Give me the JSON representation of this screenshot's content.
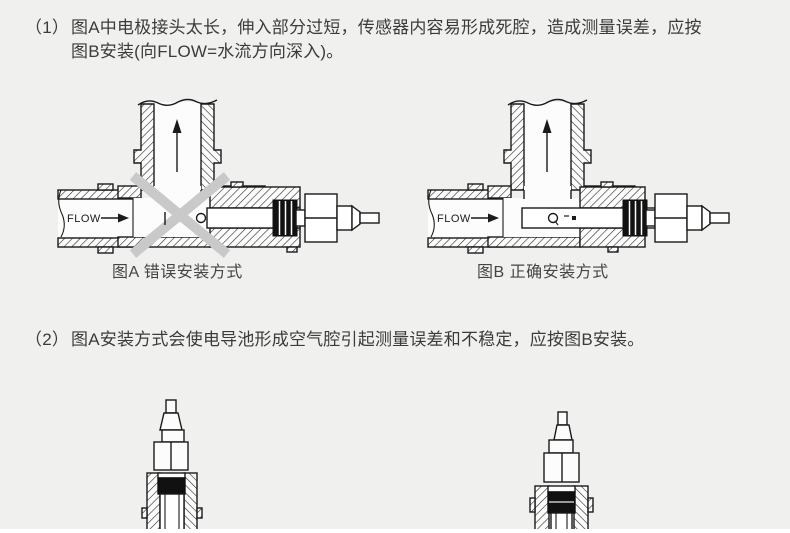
{
  "colors": {
    "background": "#f0f0ef",
    "text": "#3b3b3b",
    "line": "#1a1a1a",
    "cross_mark": "#c9c9c9",
    "oring_black": "#111111"
  },
  "paragraph1": {
    "number": "（1）",
    "line1": "图A中电极接头太长，伸入部分过短，传感器内容易形成死腔，造成测量误差，应按",
    "line2": "图B安装(向FLOW=水流方向深入)。"
  },
  "paragraph2": {
    "number": "（2）",
    "text": "图A安装方式会使电导池形成空气腔引起测量误差和不稳定，应按图B安装。"
  },
  "figure_a": {
    "caption": "图A 错误安装方式",
    "flow_label": "FLOW"
  },
  "figure_b": {
    "caption": "图B 正确安装方式",
    "flow_label": "FLOW"
  }
}
